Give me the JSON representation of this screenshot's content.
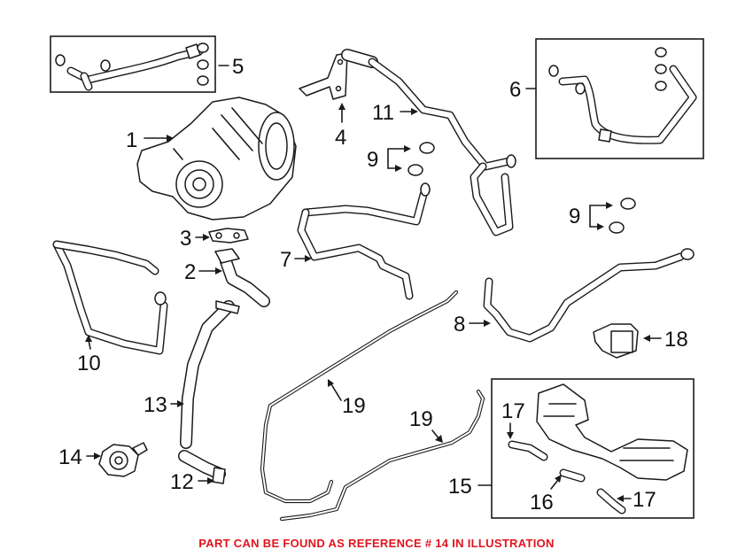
{
  "diagram": {
    "callouts": [
      "1",
      "2",
      "3",
      "4",
      "5",
      "6",
      "7",
      "8",
      "9",
      "9",
      "10",
      "11",
      "12",
      "13",
      "14",
      "15",
      "16",
      "17",
      "17",
      "18",
      "19",
      "19"
    ]
  },
  "footer": {
    "note": "PART CAN BE FOUND AS REFERENCE # 14 IN ILLUSTRATION"
  },
  "colors": {
    "note_color": "#e0141e",
    "line_color": "#1a1a1a",
    "background": "#ffffff"
  },
  "icons": [
    "turbocharger",
    "water-pump",
    "vacuum-valve",
    "reservoir",
    "o-ring",
    "oil-line",
    "coolant-hose"
  ]
}
